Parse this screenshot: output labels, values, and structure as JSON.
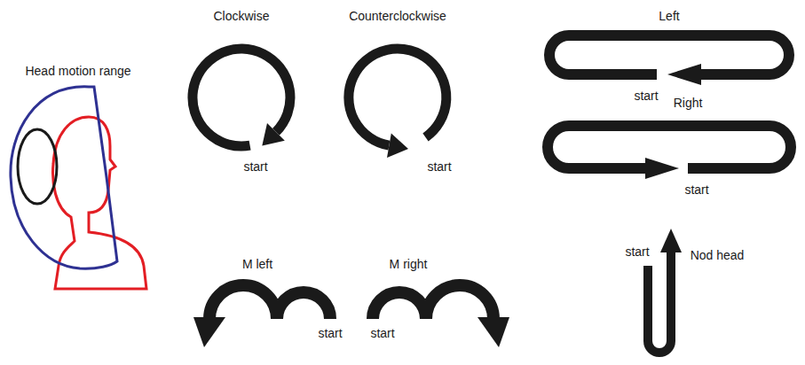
{
  "diagram": {
    "labels": [
      "Head motion range",
      "Clockwise",
      "Counterclockwise",
      "Left",
      "start",
      "Right",
      "start",
      "start",
      "start",
      "start",
      "Nod head",
      "M left",
      "M right",
      "start",
      "start"
    ]
  }
}
